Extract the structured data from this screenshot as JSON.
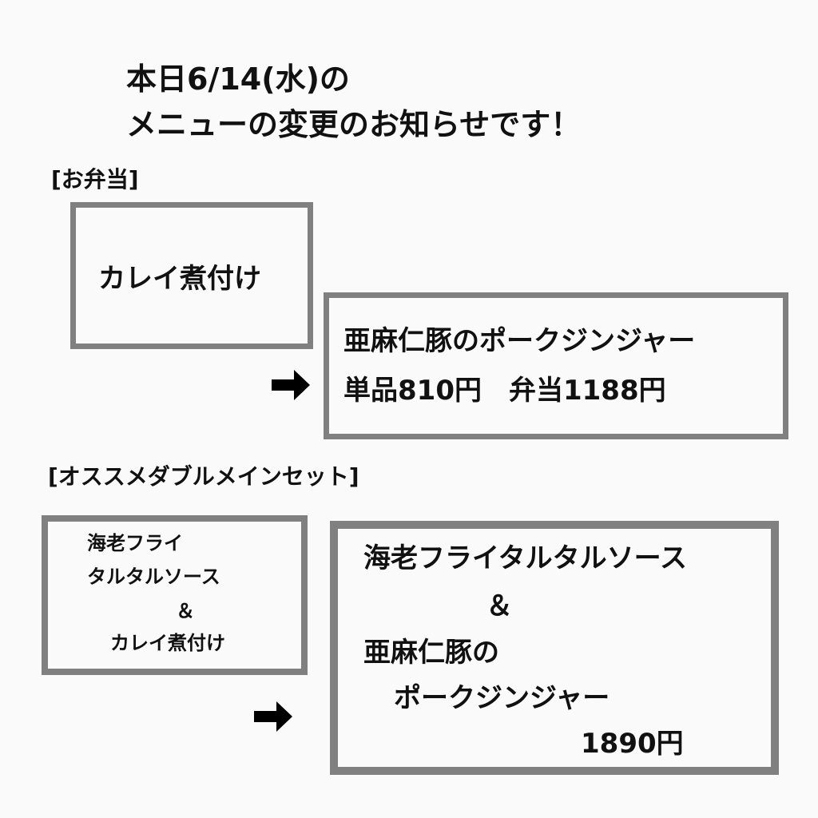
{
  "header": {
    "line1": "本日6/14(水)の",
    "line2": "メニューの変更のお知らせです！"
  },
  "bento": {
    "heading": "[お弁当]",
    "old_item": "カレイ煮付け",
    "new_item": "亜麻仁豚のポークジンジャー",
    "prices": "単品810円　弁当1188円"
  },
  "set": {
    "heading": "[オススメダブルメインセット]",
    "old_lines": [
      "海老フライ",
      "タルタルソース",
      "＆",
      "カレイ煮付け"
    ],
    "new_lines": [
      "海老フライタルタルソース",
      "＆",
      "亜麻仁豚の",
      "ポークジンジャー",
      "1890円"
    ]
  },
  "icons": {
    "arrow": "right-arrow-icon"
  }
}
